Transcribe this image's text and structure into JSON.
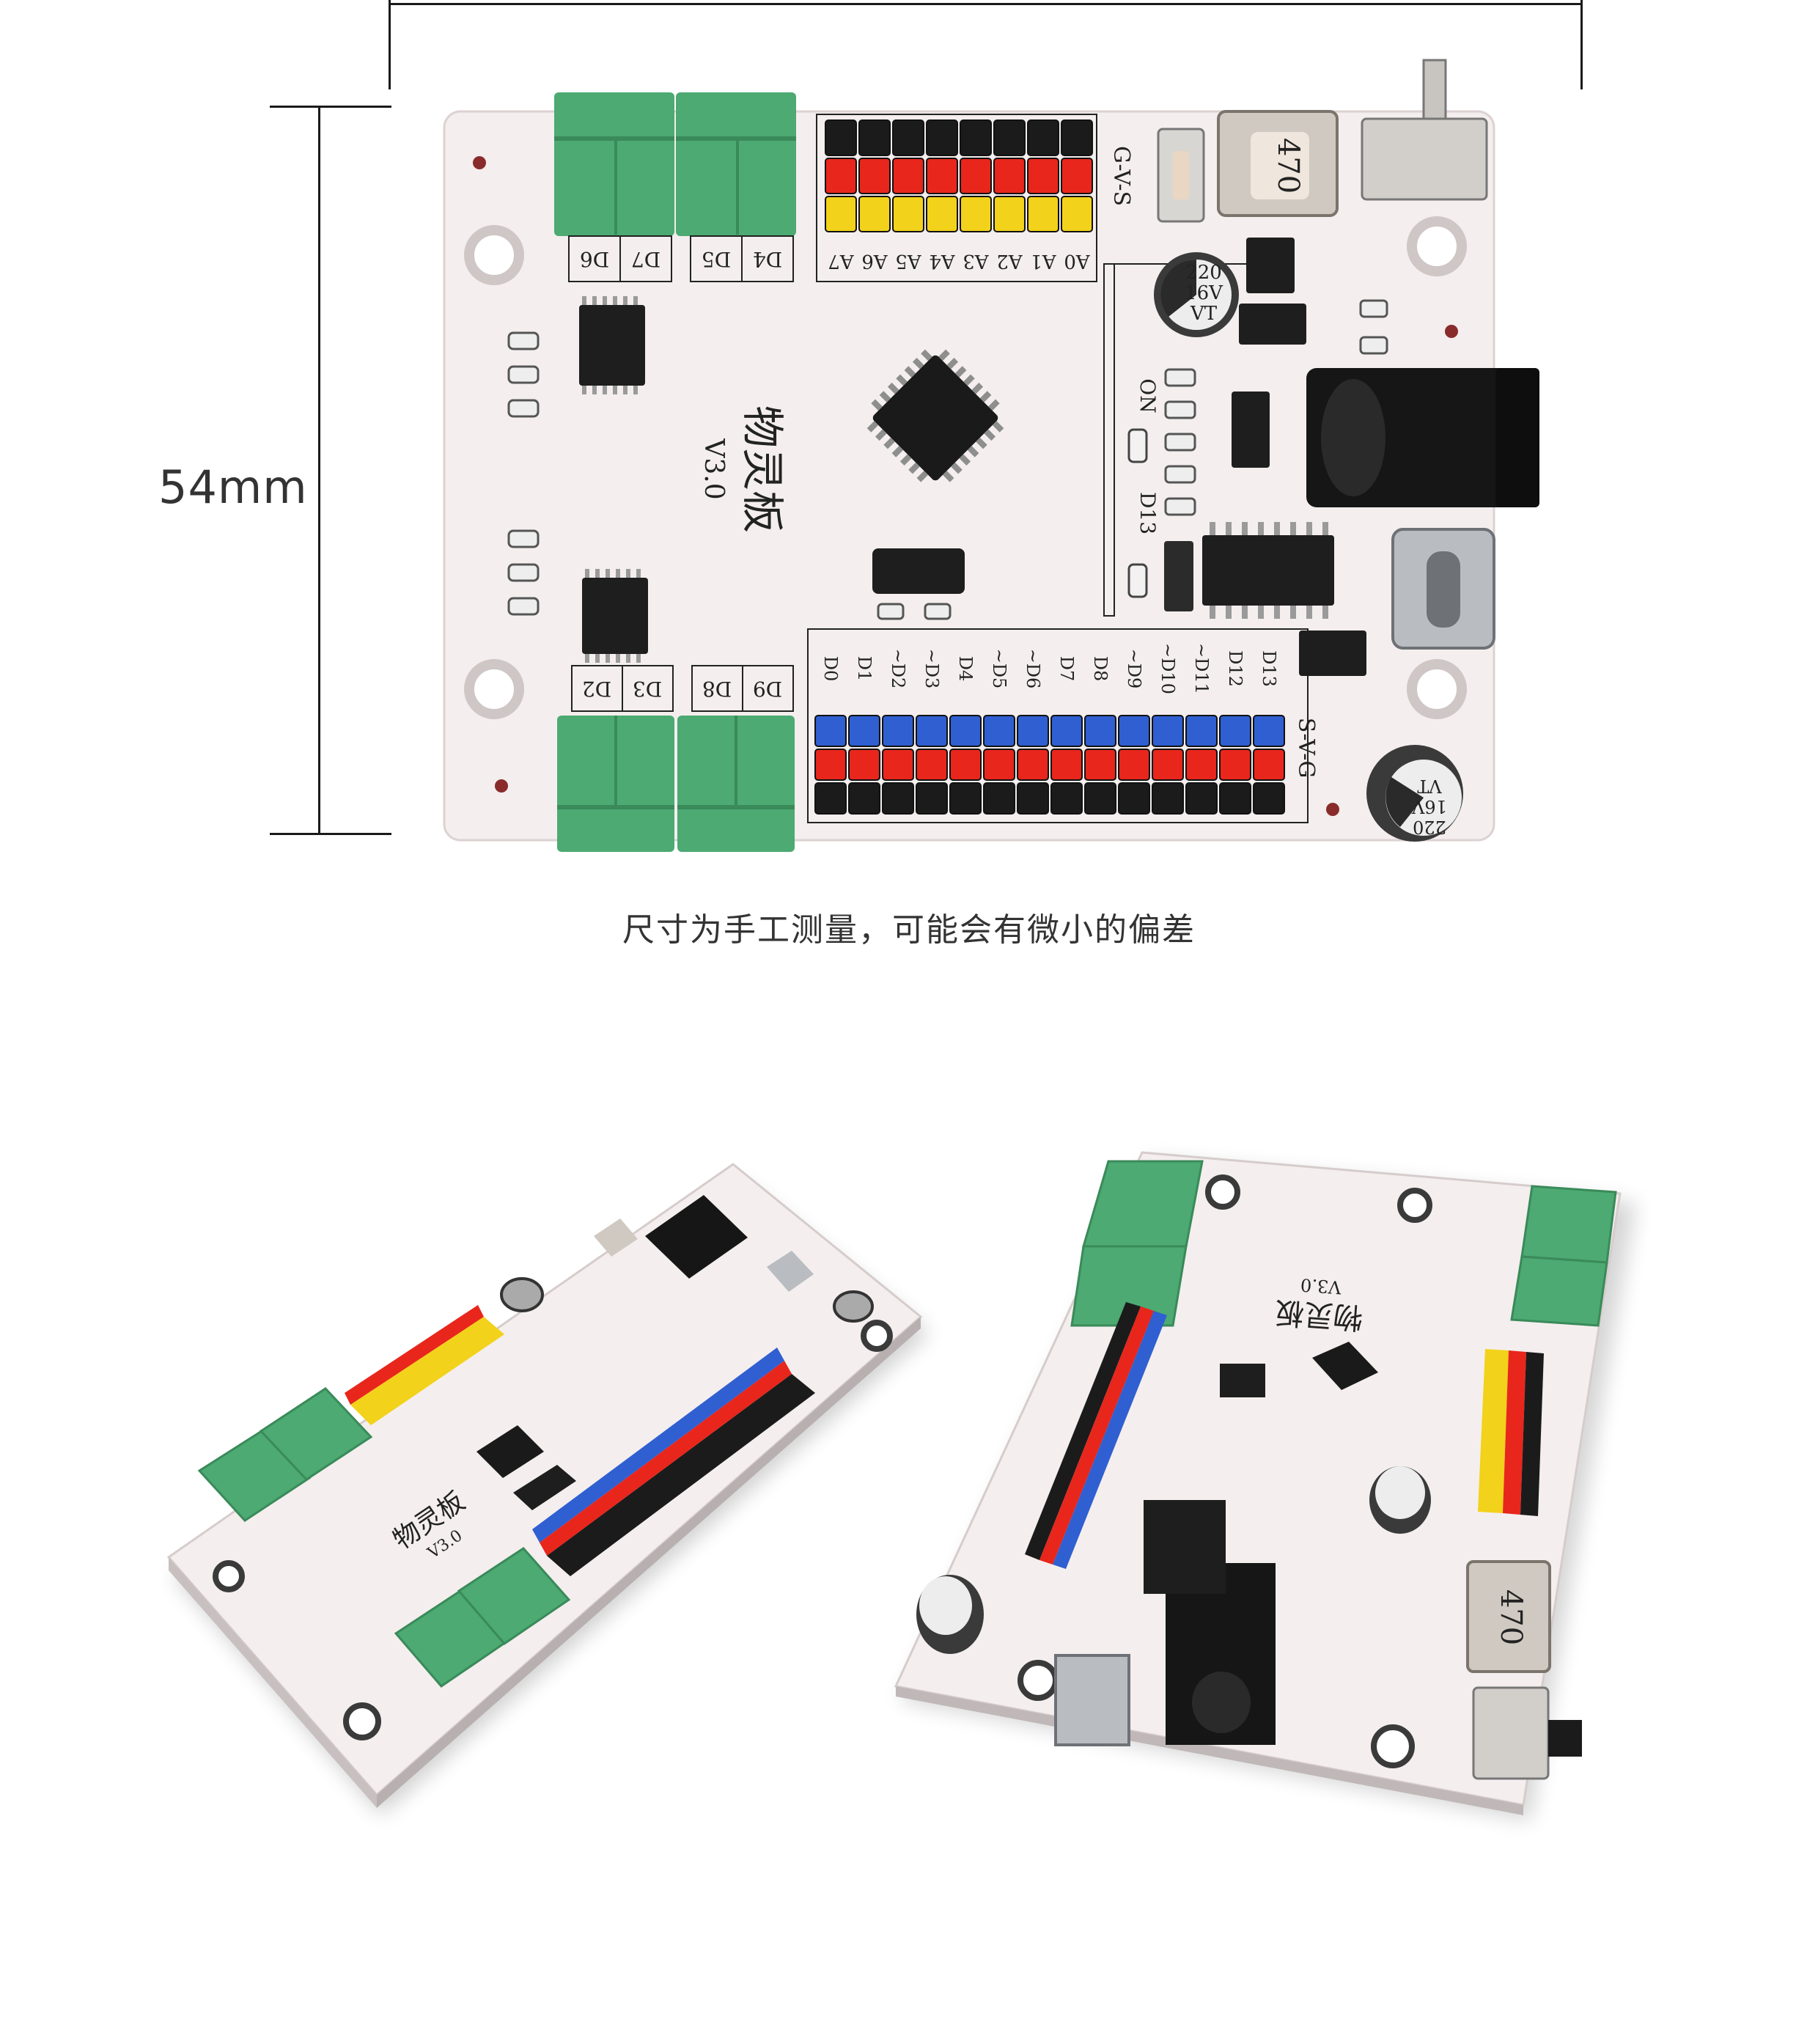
{
  "dimension": {
    "height_label": "54mm"
  },
  "caption": "尺寸为手工测量，可能会有微小的偏差",
  "board_top": {
    "name": "物灵板",
    "version": "V3.0",
    "top_terminal_labels": [
      "D6",
      "D7",
      "D5",
      "D4"
    ],
    "bottom_terminal_labels": [
      "D2",
      "D3",
      "D8",
      "D9"
    ],
    "analog_pins": [
      "A7",
      "A6",
      "A5",
      "A4",
      "A3",
      "A2",
      "A1",
      "A0"
    ],
    "digital_pins": [
      "D0",
      "D1",
      "~D2",
      "~D3",
      "D4",
      "~D5",
      "~D6",
      "D7",
      "D8",
      "~D9",
      "~D10",
      "~D11",
      "D12",
      "D13"
    ],
    "analog_header_label": "G-V-S",
    "digital_header_label": "S-V-G",
    "led_labels": [
      "ON",
      "D13"
    ],
    "inductor_marking": "470",
    "capacitor_marking_1": [
      "220",
      "16V",
      "VT"
    ],
    "capacitor_marking_2": [
      "220",
      "16V",
      "VT"
    ],
    "colors": {
      "board": "#f4eeee",
      "terminal_green": "#4caa72",
      "header_black": "#1b1b1b",
      "header_red": "#e8261c",
      "header_yellow": "#f2d21a",
      "header_blue": "#2f5fd1"
    }
  },
  "board_angle_left": {
    "name": "物灵板",
    "version": "V3.0"
  },
  "board_angle_right": {
    "name": "物灵板",
    "version": "V3.0",
    "inductor_marking": "470"
  }
}
